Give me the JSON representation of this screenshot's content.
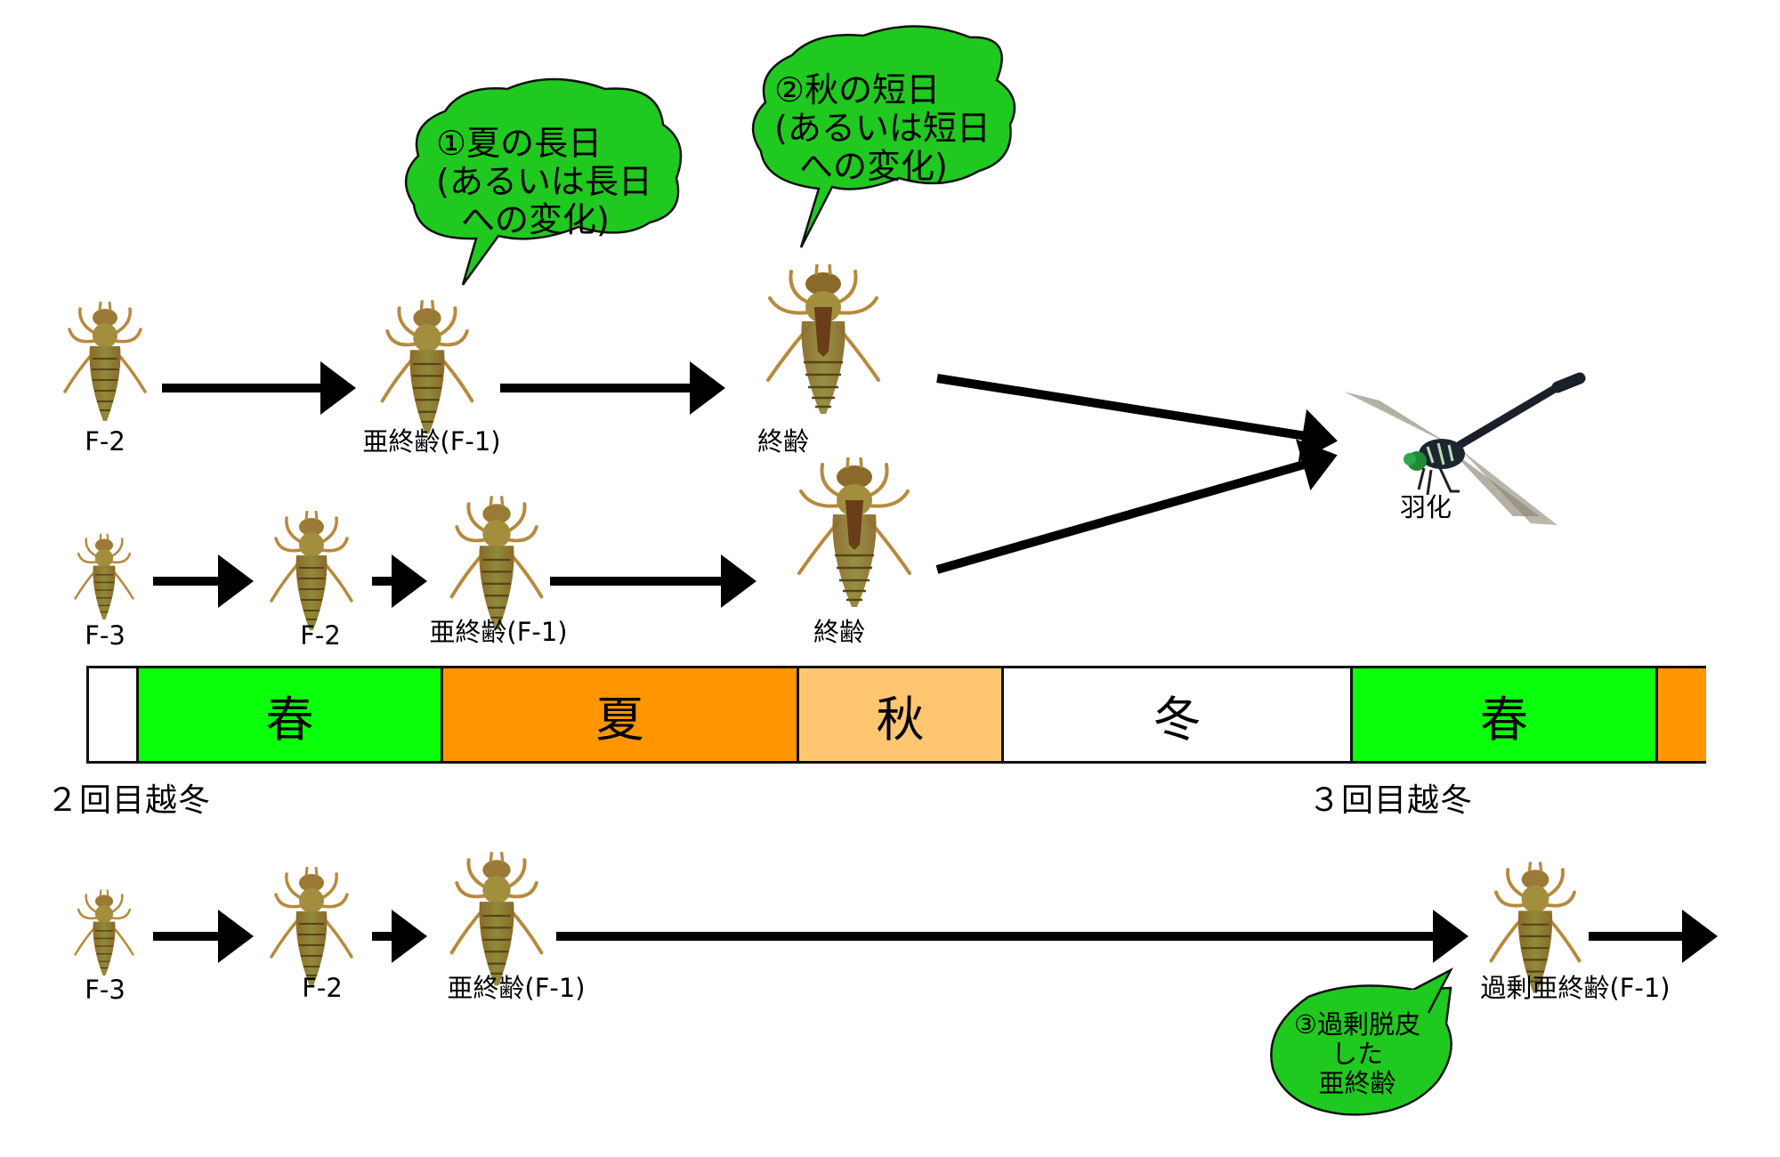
{
  "diagram": {
    "title": "",
    "colors": {
      "spring": "#0aff0a",
      "summer": "#ff9600",
      "autumn": "#ffc671",
      "winter": "#ffffff",
      "bubble": "#1fc91f",
      "arrow": "#000000"
    },
    "seasons": [
      {
        "label": "",
        "type": "winter"
      },
      {
        "label": "春",
        "type": "spring"
      },
      {
        "label": "夏",
        "type": "summer"
      },
      {
        "label": "秋",
        "type": "autumn"
      },
      {
        "label": "冬",
        "type": "winter"
      },
      {
        "label": "春",
        "type": "spring"
      },
      {
        "label": "",
        "type": "summer"
      }
    ],
    "overwinter_labels": [
      "２回目越冬",
      "３回目越冬"
    ],
    "row1": {
      "stages": [
        "F-2",
        "亜終齢(F-1)",
        "終齢"
      ]
    },
    "row2": {
      "stages": [
        "F-3",
        "F-2",
        "亜終齢(F-1)",
        "終齢"
      ]
    },
    "row3": {
      "stages": [
        "F-3",
        "F-2",
        "亜終齢(F-1)",
        "過剰亜終齢(F-1)"
      ]
    },
    "emergence": {
      "label": "羽化",
      "icon": "dragonfly-icon"
    },
    "callouts": [
      {
        "lines": [
          "①夏の長日",
          "(あるいは長日",
          "への変化)"
        ]
      },
      {
        "lines": [
          "②秋の短日",
          "(あるいは短日",
          "への変化)"
        ]
      },
      {
        "lines": [
          "③過剰脱皮",
          "した",
          "亜終齢"
        ]
      }
    ],
    "icons": {
      "larva_small": "larva-f3-icon",
      "larva_medium": "larva-f2-icon",
      "larva_penultimate": "larva-f1-icon",
      "larva_final": "larva-final-icon",
      "adult": "dragonfly-icon"
    }
  }
}
